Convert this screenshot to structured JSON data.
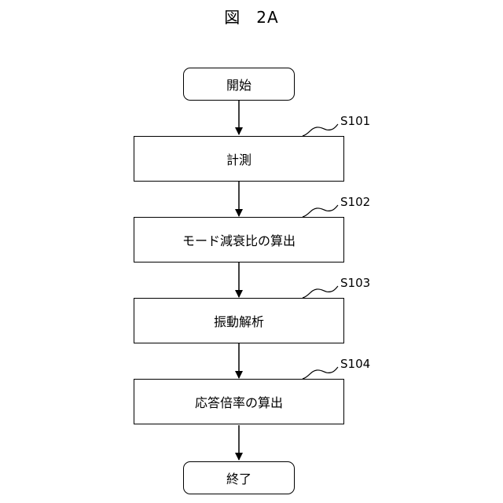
{
  "figure": {
    "title_part1": "図",
    "title_part2": "2A"
  },
  "flowchart": {
    "start_label": "開始",
    "steps": [
      {
        "id": "S101",
        "label": "計測"
      },
      {
        "id": "S102",
        "label": "モード減衰比の算出"
      },
      {
        "id": "S103",
        "label": "振動解析"
      },
      {
        "id": "S104",
        "label": "応答倍率の算出"
      }
    ],
    "end_label": "終了"
  }
}
